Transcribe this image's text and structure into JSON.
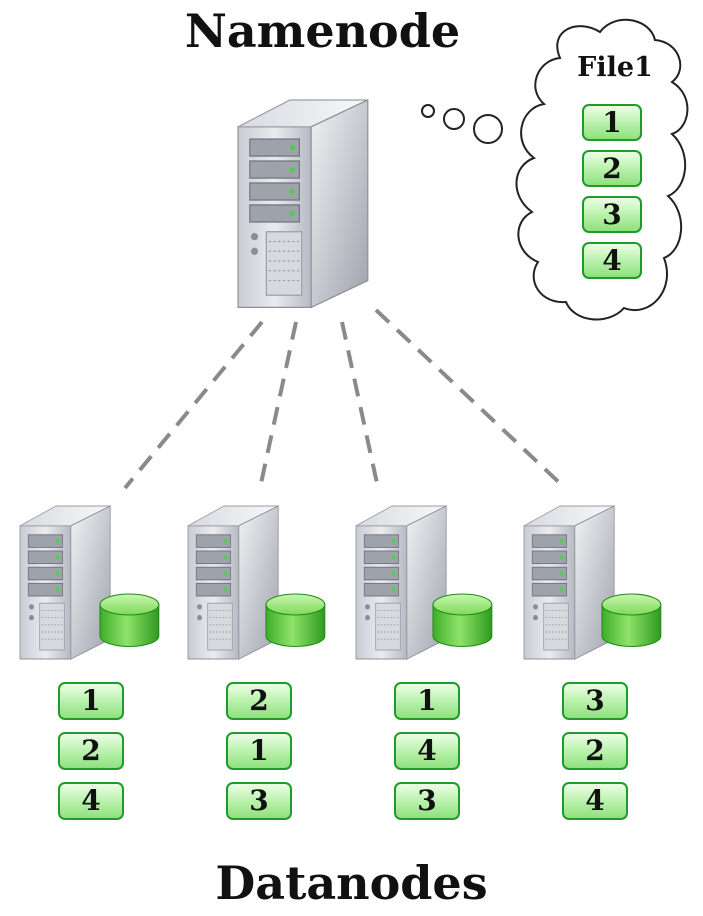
{
  "namenode": {
    "title": "Namenode"
  },
  "metadata": {
    "file_name": "File1",
    "blocks": [
      "1",
      "2",
      "3",
      "4"
    ]
  },
  "datanodes": {
    "title": "Datanodes",
    "nodes": [
      {
        "blocks": [
          "1",
          "2",
          "4"
        ]
      },
      {
        "blocks": [
          "2",
          "1",
          "3"
        ]
      },
      {
        "blocks": [
          "1",
          "4",
          "3"
        ]
      },
      {
        "blocks": [
          "3",
          "2",
          "4"
        ]
      }
    ]
  },
  "colors": {
    "block_border": "#1f9b2c",
    "block_fill": "#b6f0a8",
    "link": "#8a8a8a"
  },
  "icons": [
    "server-icon",
    "database-icon",
    "thought-cloud-icon"
  ]
}
